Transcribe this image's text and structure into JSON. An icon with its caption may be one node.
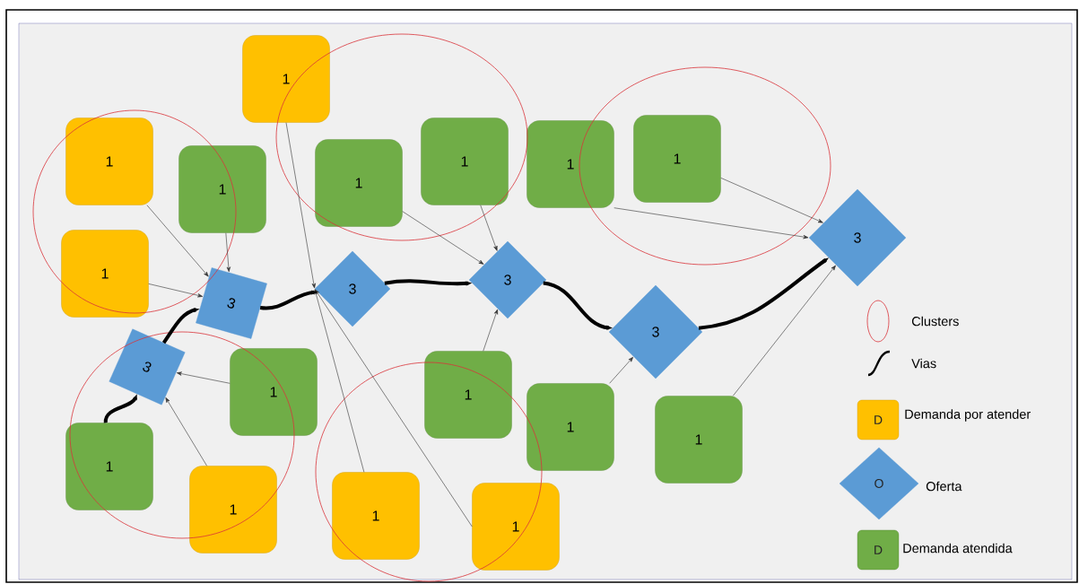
{
  "diagram": {
    "nodes": [
      {
        "text": [
          "1"
        ]
      },
      {
        "text": [
          "1"
        ]
      },
      {
        "text": [
          "1"
        ]
      },
      {
        "text": [
          "1"
        ]
      },
      {
        "text": [
          "1"
        ]
      },
      {
        "text": [
          "1"
        ]
      },
      {
        "text": [
          "1"
        ]
      },
      {
        "text": [
          "3"
        ]
      },
      {
        "text": [
          "1"
        ]
      },
      {
        "text": [
          "3"
        ]
      },
      {
        "text": [
          "3"
        ]
      },
      {
        "text": [
          "3"
        ]
      },
      {
        "text": [
          "3"
        ]
      },
      {
        "text": [
          "3"
        ]
      },
      {
        "text": [
          "1"
        ]
      },
      {
        "text": [
          "1"
        ]
      },
      {
        "text": [
          "1"
        ]
      },
      {
        "text": [
          "1"
        ]
      },
      {
        "text": [
          "1"
        ]
      },
      {
        "text": [
          "1"
        ]
      },
      {
        "text": [
          "1"
        ]
      },
      {
        "text": [
          "1"
        ]
      }
    ],
    "edges": [
      {
        "from": 1,
        "to": 11,
        "arrow": "to"
      },
      {
        "from": 8,
        "to": 11,
        "arrow": "to"
      },
      {
        "from": 6,
        "to": 11,
        "arrow": "to"
      },
      {
        "from": 0,
        "to": 10,
        "arrow": "to"
      },
      {
        "from": 20,
        "to": 10,
        "arrow": "to"
      },
      {
        "from": 21,
        "to": 10,
        "arrow": "to"
      },
      {
        "from": 5,
        "to": 9,
        "arrow": "to"
      },
      {
        "from": 2,
        "to": 9,
        "arrow": "to"
      },
      {
        "from": 15,
        "to": 9,
        "arrow": "to"
      },
      {
        "from": 14,
        "to": 13,
        "arrow": "to"
      },
      {
        "from": 19,
        "to": 13,
        "arrow": "to"
      },
      {
        "from": 16,
        "to": 12,
        "arrow": "to"
      },
      {
        "from": 3,
        "to": 7,
        "arrow": "to"
      },
      {
        "from": 4,
        "to": 7,
        "arrow": "to"
      },
      {
        "from": 17,
        "to": 7,
        "arrow": "to"
      },
      {
        "from": 18,
        "to": 13,
        "arrow": "to",
        "style": "thick"
      },
      {
        "from": 13,
        "to": 11,
        "arrow": "to",
        "style": "thick"
      },
      {
        "from": 11,
        "to": 10,
        "arrow": "to",
        "style": "thick"
      },
      {
        "from": 10,
        "to": 9,
        "arrow": "to",
        "style": "thick"
      },
      {
        "from": 9,
        "to": 12,
        "arrow": "to",
        "style": "thick"
      },
      {
        "from": 12,
        "to": 7,
        "arrow": "to",
        "style": "thick"
      }
    ],
    "labels": [
      "D",
      "O",
      "D"
    ],
    "legend": [
      {
        "text": "Clusters"
      },
      {
        "text": "Vias"
      },
      {
        "text": "Demanda por atender",
        "color": "#ffc000"
      },
      {
        "text": "Oferta"
      },
      {
        "text": "Demanda atendida",
        "color": "#70ad47"
      }
    ]
  }
}
